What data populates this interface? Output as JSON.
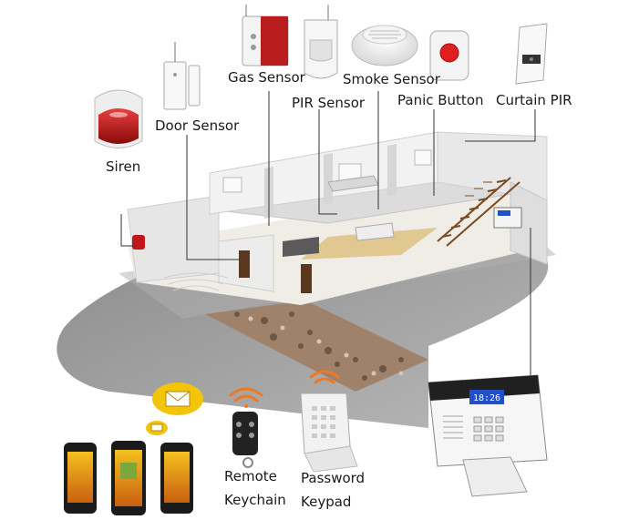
{
  "labels": {
    "gas_sensor": "Gas Sensor",
    "pir_sensor": "PIR Sensor",
    "smoke_sensor": "Smoke Sensor",
    "panic_button": "Panic Button",
    "curtain_pir": "Curtain PIR",
    "door_sensor": "Door Sensor",
    "siren": "Siren",
    "remote_line1": "Remote",
    "remote_line2": "Keychain",
    "keypad_line1": "Password",
    "keypad_line2": "Keypad"
  },
  "panel": {
    "lcd_time": "18:26"
  },
  "colors": {
    "ground": "#9a9a9a",
    "house_wall": "#eeeeee",
    "siren_red": "#c01818",
    "panic_red": "#e02020",
    "wifi_orange": "#f07820",
    "envelope": "#f2c40a",
    "lcd_blue": "#2050c8"
  },
  "icons": [
    "phone-icon",
    "envelope-icon",
    "wifi-icon"
  ]
}
